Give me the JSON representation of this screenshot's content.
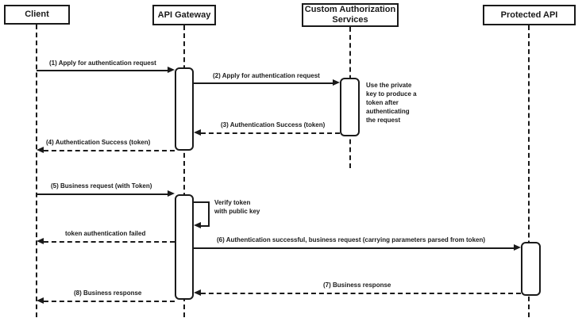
{
  "diagram": {
    "type": "uml-sequence-diagram",
    "colors": {
      "line": "#1a1a1a",
      "background": "#ffffff",
      "text": "#1a1a1a"
    }
  },
  "actors": [
    {
      "label": "Client"
    },
    {
      "label": "API Gateway"
    },
    {
      "label": "Custom Authorization Services"
    },
    {
      "label": "Protected API"
    }
  ],
  "messages": [
    {
      "label": "(1) Apply for authentication request",
      "from": "Client",
      "to": "API Gateway",
      "style": "solid"
    },
    {
      "label": "(2) Apply for authentication request",
      "from": "API Gateway",
      "to": "Custom Authorization Services",
      "style": "solid"
    },
    {
      "label": "(3) Authentication Success (token)",
      "from": "Custom Authorization Services",
      "to": "API Gateway",
      "style": "dashed"
    },
    {
      "label": "(4) Authentication Success (token)",
      "from": "API Gateway",
      "to": "Client",
      "style": "dashed"
    },
    {
      "label": "(5) Business request (with Token)",
      "from": "Client",
      "to": "API Gateway",
      "style": "solid"
    },
    {
      "label": "Verify token\nwith public key",
      "from": "API Gateway",
      "to": "API Gateway",
      "style": "self"
    },
    {
      "label": "token authentication failed",
      "from": "API Gateway",
      "to": "Client",
      "style": "dashed"
    },
    {
      "label": "(6) Authentication successful, business request (carrying parameters parsed from token)",
      "from": "API Gateway",
      "to": "Protected API",
      "style": "solid"
    },
    {
      "label": "(7) Business response",
      "from": "Protected API",
      "to": "API Gateway",
      "style": "dashed"
    },
    {
      "label": "(8) Business response",
      "from": "API Gateway",
      "to": "Client",
      "style": "dashed"
    }
  ],
  "notes": [
    {
      "text": "Use the private\nkey to produce a\ntoken after\nauthenticating\nthe request"
    }
  ]
}
